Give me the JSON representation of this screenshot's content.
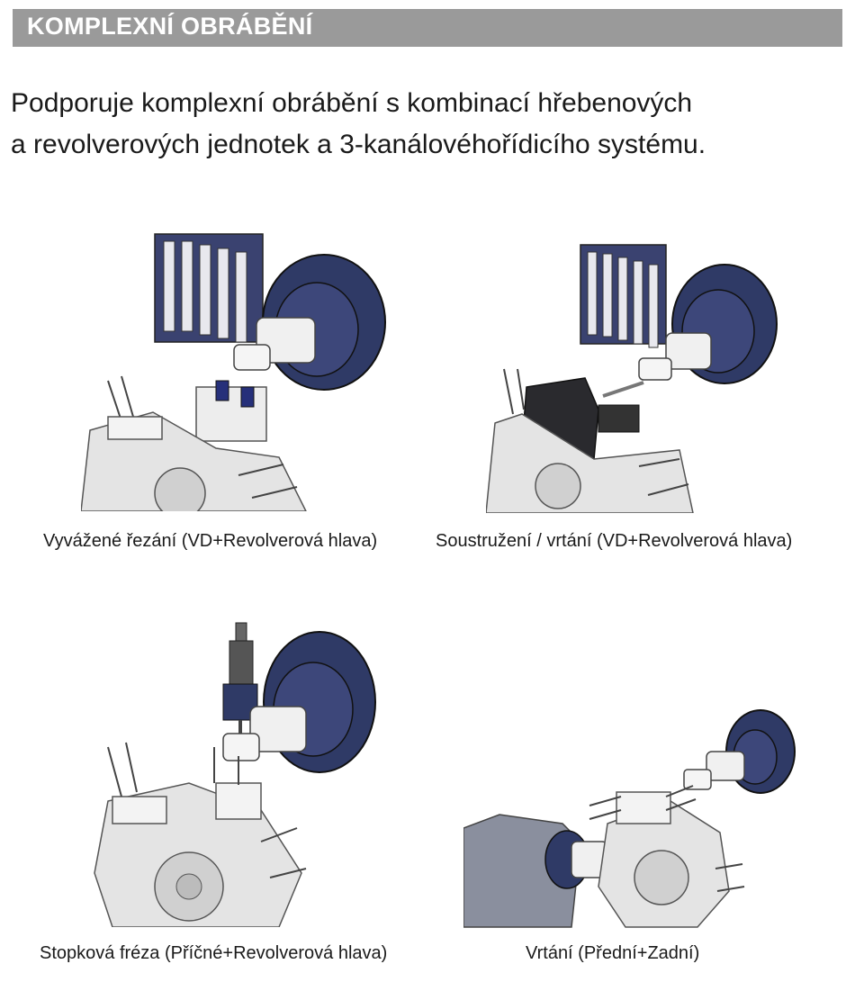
{
  "header": {
    "title": "KOMPLEXNÍ OBRÁBĚNÍ"
  },
  "intro": {
    "line1": "Podporuje komplexní obrábění s kombinací hřebenových",
    "line2": "a revolverových jednotek a 3-kanálovéhořídicího systému."
  },
  "figures": [
    {
      "caption": "Vyvážené řezání (VD+Revolverová hlava)",
      "icon": "balanced-cutting-illustration"
    },
    {
      "caption": "Soustružení / vrtání (VD+Revolverová hlava)",
      "icon": "turning-drilling-illustration"
    },
    {
      "caption": "Stopková fréza (Příčné+Revolverová hlava)",
      "icon": "end-mill-illustration"
    },
    {
      "caption": "Vrtání (Přední+Zadní)",
      "icon": "drilling-front-back-illustration"
    }
  ],
  "colors": {
    "header_bg": "#9a9a9a",
    "spindle_dark": "#2f3a66",
    "part_grey": "#e6e6e6",
    "outline": "#555555"
  }
}
